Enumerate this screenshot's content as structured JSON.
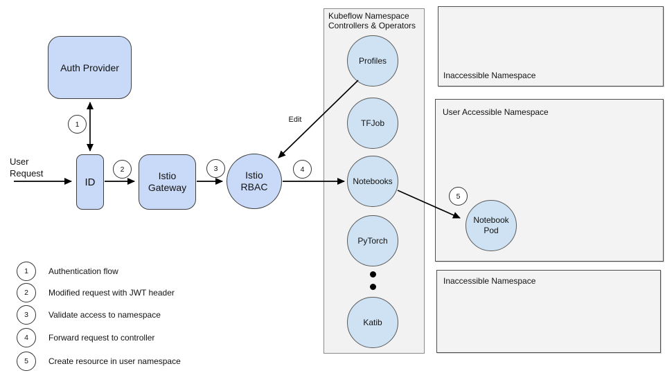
{
  "flow": {
    "user_request_label": "User Request",
    "auth_provider_label": "Auth Provider",
    "id_label": "ID",
    "istio_gateway_label": "Istio Gateway",
    "istio_rbac_label": "Istio RBAC",
    "edit_label": "Edit"
  },
  "kubeflow": {
    "title": "Kubeflow Namespace Controllers & Operators",
    "operators": [
      "Profiles",
      "TFJob",
      "Notebooks",
      "PyTorch",
      "Katib"
    ]
  },
  "namespaces": {
    "top": "Inaccessible Namespace",
    "middle": "User Accessible Namespace",
    "bottom": "Inaccessible Namespace",
    "notebook_pod_label": "Notebook Pod"
  },
  "steps": {
    "s1": "1",
    "s2": "2",
    "s3": "3",
    "s4": "4",
    "s5": "5"
  },
  "legend": {
    "items": [
      {
        "num": "1",
        "text": "Authentication flow"
      },
      {
        "num": "2",
        "text": "Modified request with JWT header"
      },
      {
        "num": "3",
        "text": "Validate access to namespace"
      },
      {
        "num": "4",
        "text": "Forward request to controller"
      },
      {
        "num": "5",
        "text": "Create resource in user namespace"
      }
    ]
  },
  "colors": {
    "flow_node_fill": "#c9daf8",
    "operator_fill": "#cfe2f3",
    "kubeflow_box_fill": "#f2f2f2",
    "namespace_box_fill": "#f3f3f3",
    "line": "#000000"
  }
}
